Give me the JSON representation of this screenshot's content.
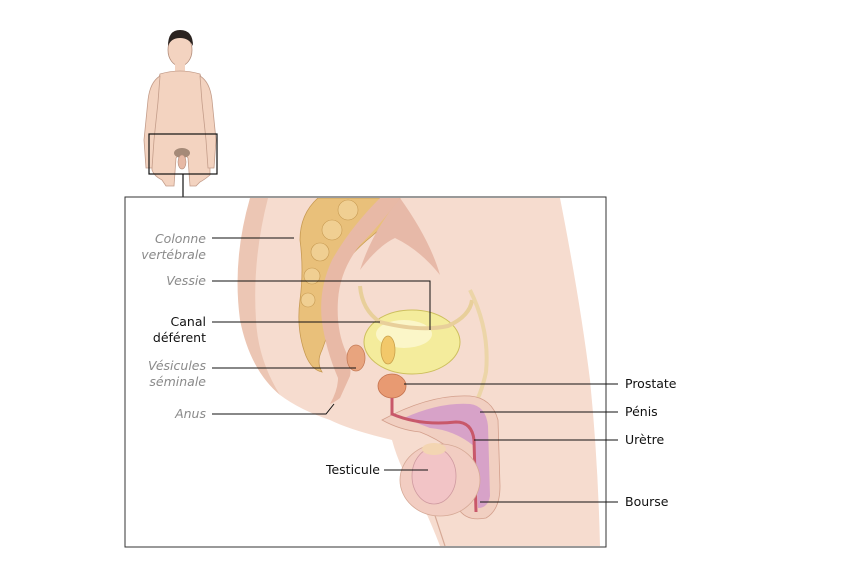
{
  "colors": {
    "skin": "#f6dccf",
    "skin_shadow": "#e9c2b1",
    "spine": "#e9c07a",
    "bladder": "#f4ec9c",
    "prostate": "#e89a72",
    "penis_inner": "#d7a2c8",
    "urethra": "#c8586a",
    "testicle": "#f2c4c6",
    "line": "#222222"
  },
  "labels": {
    "colonne": "Colonne\nvertébrale",
    "vessie": "Vessie",
    "canal": "Canal\ndéférent",
    "vesicules": "Vésicules\nséminale",
    "anus": "Anus",
    "testicule": "Testicule",
    "prostate": "Prostate",
    "penis": "Pénis",
    "uretre": "Urètre",
    "bourse": "Bourse"
  }
}
